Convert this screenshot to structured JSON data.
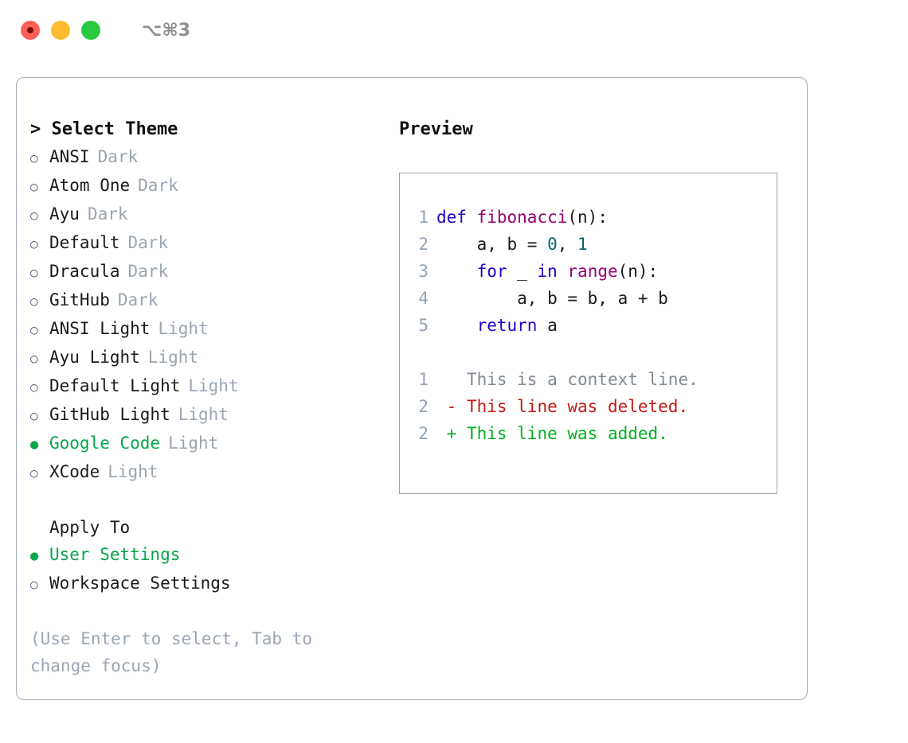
{
  "titlebar": {
    "traffic_lights": [
      "close",
      "minimize",
      "maximize"
    ],
    "shortcut": "⌥⌘3"
  },
  "colors": {
    "selected_green": "#07a64a",
    "muted_gray": "#9aa5b1",
    "keyword_blue": "#2200cc",
    "function_magenta": "#990073",
    "number_teal": "#066666",
    "diff_delete_red": "#c41a16",
    "diff_add_green": "#00b020",
    "border_gray": "#94a3b4"
  },
  "left": {
    "heading": "> Select Theme",
    "themes": [
      {
        "marker": "○",
        "name": "ANSI",
        "category": "Dark",
        "selected": false
      },
      {
        "marker": "○",
        "name": "Atom One",
        "category": "Dark",
        "selected": false
      },
      {
        "marker": "○",
        "name": "Ayu",
        "category": "Dark",
        "selected": false
      },
      {
        "marker": "○",
        "name": "Default",
        "category": "Dark",
        "selected": false
      },
      {
        "marker": "○",
        "name": "Dracula",
        "category": "Dark",
        "selected": false
      },
      {
        "marker": "○",
        "name": "GitHub",
        "category": "Dark",
        "selected": false
      },
      {
        "marker": "○",
        "name": "ANSI Light",
        "category": "Light",
        "selected": false
      },
      {
        "marker": "○",
        "name": "Ayu Light",
        "category": "Light",
        "selected": false
      },
      {
        "marker": "○",
        "name": "Default Light",
        "category": "Light",
        "selected": false
      },
      {
        "marker": "○",
        "name": "GitHub Light",
        "category": "Light",
        "selected": false
      },
      {
        "marker": "●",
        "name": "Google Code",
        "category": "Light",
        "selected": true
      },
      {
        "marker": "○",
        "name": "XCode",
        "category": "Light",
        "selected": false
      }
    ],
    "apply_to": {
      "heading": "Apply To",
      "options": [
        {
          "marker": "●",
          "name": "User Settings",
          "selected": true
        },
        {
          "marker": "○",
          "name": "Workspace Settings",
          "selected": false
        }
      ]
    },
    "hint": "(Use Enter to select, Tab to change focus)"
  },
  "right": {
    "heading": "Preview",
    "code_lines": [
      {
        "num": "1",
        "tokens": [
          {
            "t": "def",
            "c": "kw"
          },
          {
            "t": " ",
            "c": "plain"
          },
          {
            "t": "fibonacci",
            "c": "fn"
          },
          {
            "t": "(n):",
            "c": "plain"
          }
        ]
      },
      {
        "num": "2",
        "tokens": [
          {
            "t": "    a, b = ",
            "c": "plain"
          },
          {
            "t": "0",
            "c": "num"
          },
          {
            "t": ", ",
            "c": "plain"
          },
          {
            "t": "1",
            "c": "num"
          }
        ]
      },
      {
        "num": "3",
        "tokens": [
          {
            "t": "    ",
            "c": "plain"
          },
          {
            "t": "for",
            "c": "kw"
          },
          {
            "t": " _ ",
            "c": "plain"
          },
          {
            "t": "in",
            "c": "kw"
          },
          {
            "t": " ",
            "c": "plain"
          },
          {
            "t": "range",
            "c": "fn"
          },
          {
            "t": "(n):",
            "c": "plain"
          }
        ]
      },
      {
        "num": "4",
        "tokens": [
          {
            "t": "        a, b = b, a + b",
            "c": "plain"
          }
        ]
      },
      {
        "num": "5",
        "tokens": [
          {
            "t": "    ",
            "c": "plain"
          },
          {
            "t": "return",
            "c": "kw"
          },
          {
            "t": " a",
            "c": "plain"
          }
        ]
      }
    ],
    "diff_lines": [
      {
        "num": "1",
        "sign": " ",
        "text": "This is a context line.",
        "kind": "diff-ctx"
      },
      {
        "num": "2",
        "sign": "-",
        "text": "This line was deleted.",
        "kind": "diff-del"
      },
      {
        "num": "2",
        "sign": "+",
        "text": "This line was added.",
        "kind": "diff-add"
      }
    ]
  }
}
